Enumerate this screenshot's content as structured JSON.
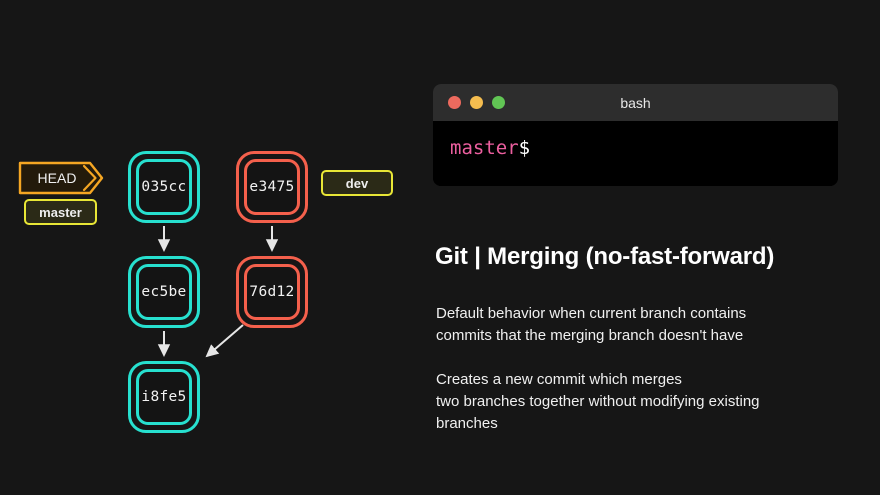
{
  "colors": {
    "page_background": "#161616",
    "branch_master": "#27e0cf",
    "branch_dev": "#f4604c",
    "head_pointer": "#f5a623",
    "branch_chip": "#e8e636",
    "prompt_branch": "#ec5f9f",
    "terminal_titlebar": "#2d2d2d",
    "terminal_body": "#000000",
    "arrow": "#e6e6e6"
  },
  "graph": {
    "head": {
      "label": "HEAD",
      "points_to": "master"
    },
    "branches": [
      {
        "name": "master",
        "color": "#e8e636"
      },
      {
        "name": "dev",
        "color": "#e8e636"
      }
    ],
    "commits": [
      {
        "id": "035cc",
        "branch": "master",
        "color": "#27e0cf"
      },
      {
        "id": "ec5be",
        "branch": "master",
        "color": "#27e0cf"
      },
      {
        "id": "i8fe5",
        "branch": "master",
        "color": "#27e0cf"
      },
      {
        "id": "e3475",
        "branch": "dev",
        "color": "#f4604c"
      },
      {
        "id": "76d12",
        "branch": "dev",
        "color": "#f4604c"
      }
    ],
    "edges": [
      {
        "from": "035cc",
        "to": "ec5be"
      },
      {
        "from": "ec5be",
        "to": "i8fe5"
      },
      {
        "from": "e3475",
        "to": "76d12"
      },
      {
        "from": "76d12",
        "to": "i8fe5"
      }
    ]
  },
  "terminal": {
    "title": "bash",
    "dots": [
      "close-dot",
      "minimize-dot",
      "maximize-dot"
    ],
    "prompt_branch": "master",
    "prompt_sigil": "$"
  },
  "content": {
    "heading": "Git | Merging (no-fast-forward)",
    "paragraphs": [
      "Default behavior when current branch contains\ncommits that the merging branch doesn't have",
      "Creates a new commit which merges\ntwo branches together without modifying existing\nbranches"
    ]
  }
}
